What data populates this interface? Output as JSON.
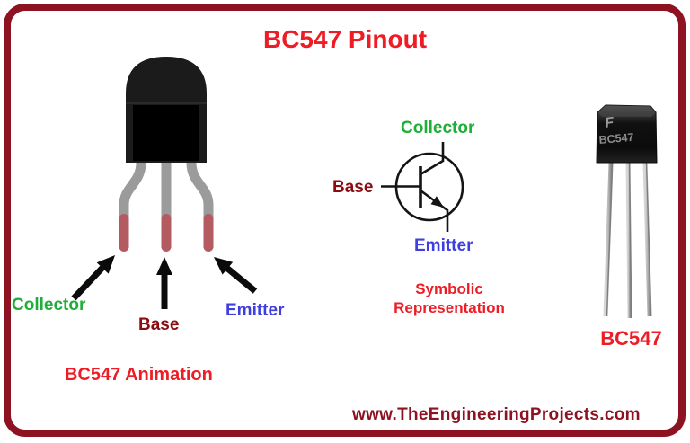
{
  "title": "BC547 Pinout",
  "animation": {
    "labels": {
      "collector": "Collector",
      "base": "Base",
      "emitter": "Emitter"
    },
    "caption": "BC547 Animation"
  },
  "symbol": {
    "labels": {
      "collector": "Collector",
      "base": "Base",
      "emitter": "Emitter"
    },
    "caption_line1": "Symbolic",
    "caption_line2": "Representation"
  },
  "photo": {
    "logo": "F",
    "marking": "BC547",
    "caption": "BC547"
  },
  "footer": {
    "website": "www.TheEngineeringProjects.com"
  },
  "colors": {
    "border_maroon": "#8e1322",
    "accent_red": "#ee1c25",
    "collector_green": "#1fae3a",
    "label_maroon": "#8b0d12",
    "emitter_blue": "#3f3fe0",
    "leg_gray": "#9b9b9b",
    "leg_tip_red": "#b35b60",
    "body_black": "#1b1b1b"
  }
}
